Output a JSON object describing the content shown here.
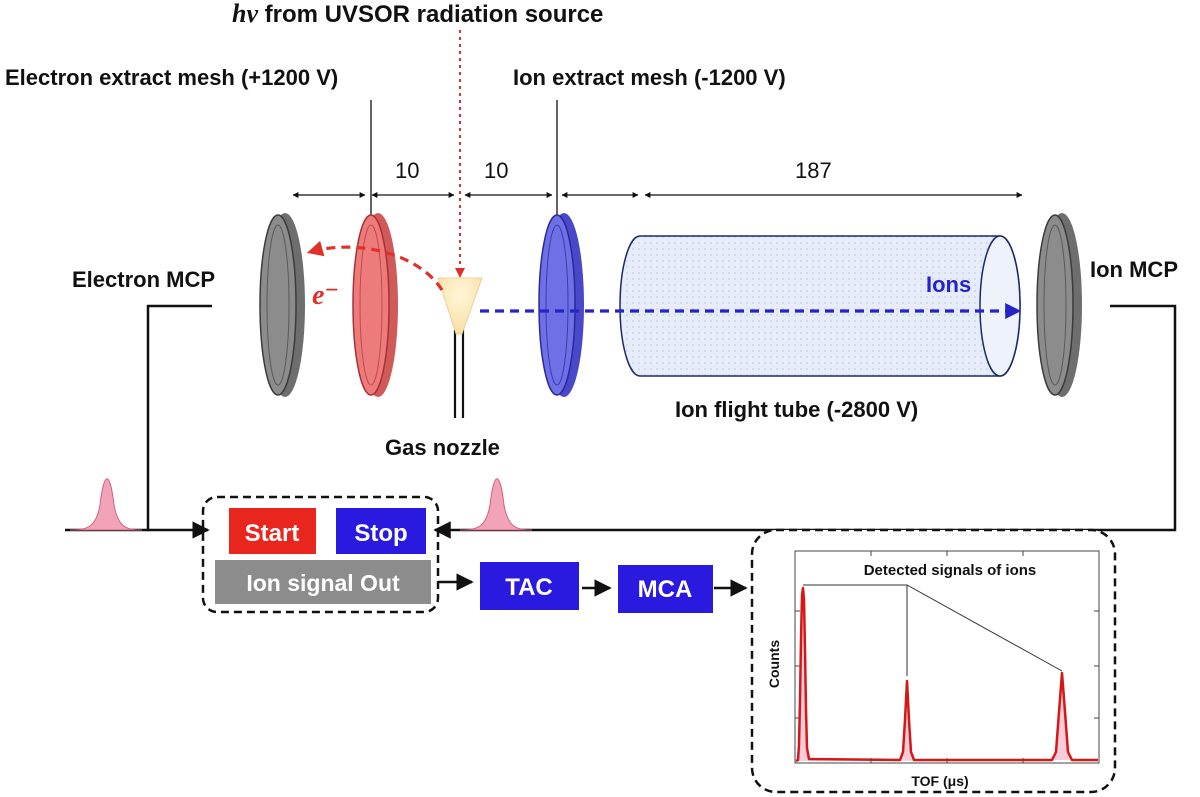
{
  "labels": {
    "hv_symbol": "hν",
    "hv_text": " from UVSOR radiation source",
    "electron_mesh": "Electron extract mesh (+1200 V)",
    "ion_mesh": "Ion extract mesh (-1200 V)",
    "electron_mcp": "Electron MCP",
    "ion_mcp": "Ion MCP",
    "electron_symbol": "e⁻",
    "ions": "Ions",
    "flight_tube": "Ion flight tube (-2800 V)",
    "gas_nozzle": "Gas nozzle"
  },
  "dimensions": {
    "d1": "10",
    "d2": "10",
    "d3": "187"
  },
  "electronics": {
    "start": "Start",
    "stop": "Stop",
    "ion_signal_out": "Ion signal Out",
    "tac": "TAC",
    "mca": "MCA"
  },
  "inset": {
    "title": "Detected signals of ions",
    "ylabel": "Counts",
    "xlabel": "TOF (μs)"
  },
  "colors": {
    "electron": "#e0302a",
    "ion": "#2424c8",
    "red_mesh": "#ee7b7b",
    "blue_mesh": "#6e6ee6",
    "mcp": "#8a8a8a",
    "tube": "#e4ecfa",
    "box_red": "#e8261e",
    "box_blue": "#2a1ae0",
    "box_gray": "#8c8c8c",
    "pulse": "#f2a3b8",
    "signal": "#d41818"
  }
}
